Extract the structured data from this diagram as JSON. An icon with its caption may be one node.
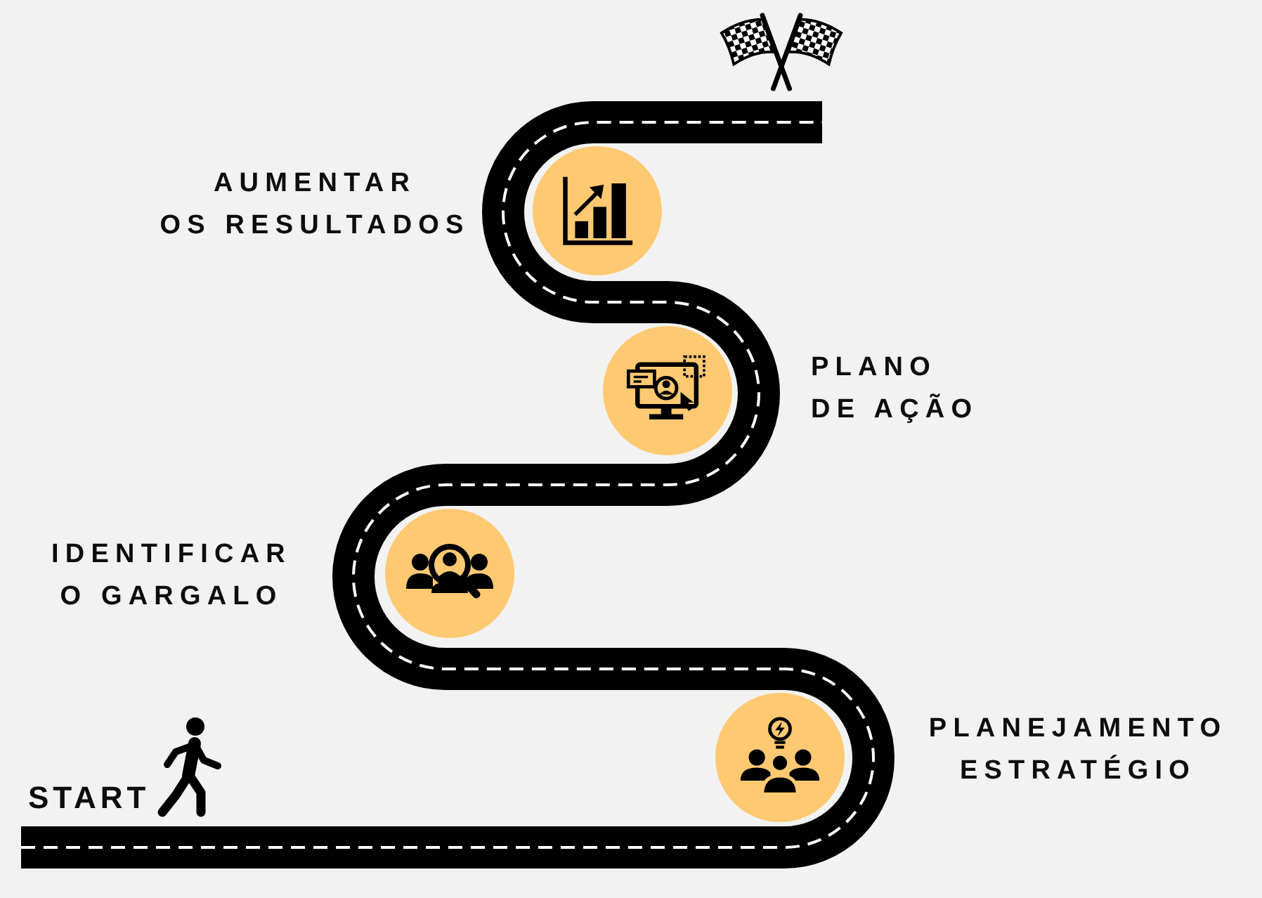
{
  "diagram": {
    "nodes": [
      {
        "text": [],
        "shape": "circle",
        "beside": [
          "AUMENTAR OS RESULTADOS"
        ]
      },
      {
        "text": [],
        "shape": "circle",
        "beside": [
          "PLANO DE AÇÃO"
        ]
      },
      {
        "text": [],
        "shape": "circle",
        "beside": [
          "IDENTIFICAR O GARGALO"
        ]
      },
      {
        "text": [],
        "shape": "circle",
        "beside": [
          "PLANEJAMENTO ESTRATÉGIO"
        ]
      }
    ],
    "labels": [
      "START"
    ]
  }
}
